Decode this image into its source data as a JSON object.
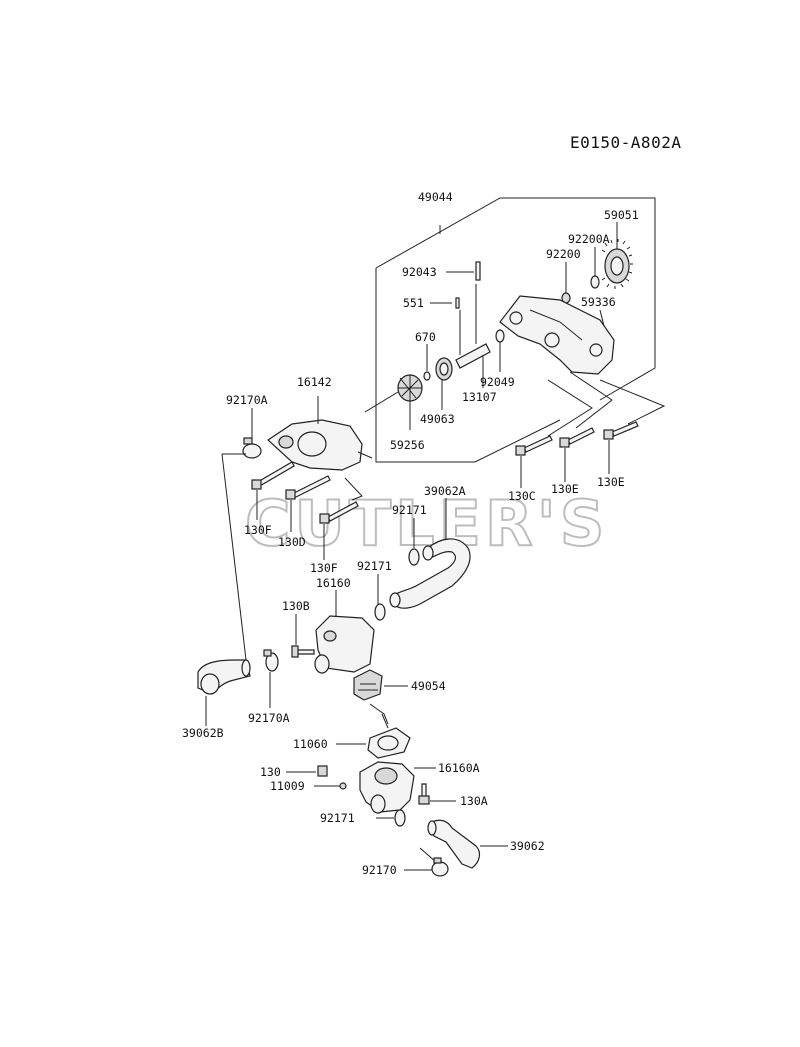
{
  "diagram_code": "E0150-A802A",
  "watermark": "CUTLER'S",
  "labels": {
    "l49044": "49044",
    "l59051": "59051",
    "l92200A": "92200A",
    "l92200": "92200",
    "l92043": "92043",
    "l551": "551",
    "l59336": "59336",
    "l670": "670",
    "l92049": "92049",
    "l13107": "13107",
    "l49063": "49063",
    "l16142": "16142",
    "l92170A_top": "92170A",
    "l59256": "59256",
    "l130C": "130C",
    "l130E_1": "130E",
    "l130E_2": "130E",
    "l39062A": "39062A",
    "l92171_1": "92171",
    "l130F_1": "130F",
    "l130D": "130D",
    "l130F_2": "130F",
    "l92171_2": "92171",
    "l16160": "16160",
    "l130B": "130B",
    "l49054": "49054",
    "l92170A_bottom": "92170A",
    "l39062B": "39062B",
    "l11060": "11060",
    "l130": "130",
    "l16160A": "16160A",
    "l11009": "11009",
    "l130A": "130A",
    "l92171_3": "92171",
    "l39062": "39062",
    "l92170": "92170"
  }
}
